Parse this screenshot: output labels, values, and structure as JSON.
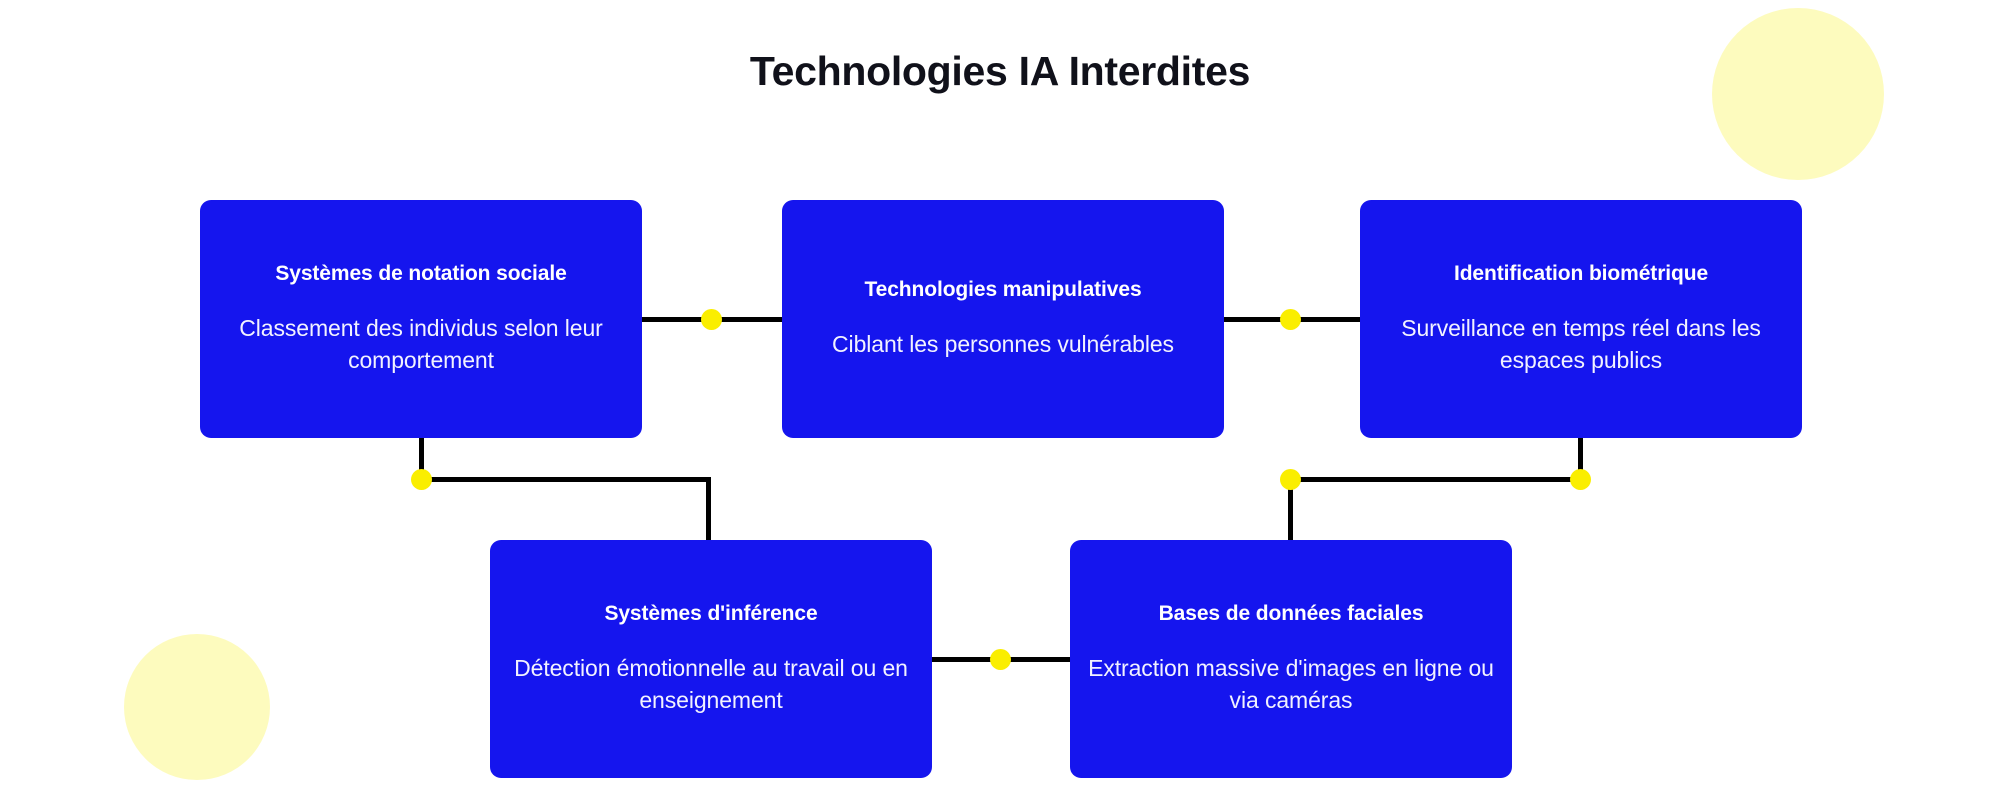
{
  "title": "Technologies IA Interdites",
  "colors": {
    "node_fill": "#1515EE",
    "node_text": "#FFFFFF",
    "connector_line": "#000000",
    "connector_dot": "#FAEE00",
    "decor_circle": "#FDFBBE",
    "background": "#FFFFFF",
    "title_text": "#10111A"
  },
  "nodes": [
    {
      "id": "systemes-de-notation-sociale",
      "title": "Systèmes de notation sociale",
      "description": "Classement des individus selon leur comportement"
    },
    {
      "id": "technologies-manipulatives",
      "title": "Technologies manipulatives",
      "description": "Ciblant les personnes vulnérables"
    },
    {
      "id": "identification-biometrique",
      "title": "Identification biométrique",
      "description": "Surveillance en temps réel dans les espaces publics"
    },
    {
      "id": "systemes-d-inference",
      "title": "Systèmes d'inférence",
      "description": "Détection émotionnelle au travail ou en enseignement"
    },
    {
      "id": "bases-de-donnees-faciales",
      "title": "Bases de données faciales",
      "description": "Extraction massive d'images en ligne ou via caméras"
    }
  ],
  "connections": [
    {
      "from": "systemes-de-notation-sociale",
      "to": "technologies-manipulatives"
    },
    {
      "from": "technologies-manipulatives",
      "to": "identification-biometrique"
    },
    {
      "from": "systemes-de-notation-sociale",
      "to": "systemes-d-inference"
    },
    {
      "from": "identification-biometrique",
      "to": "bases-de-donnees-faciales"
    },
    {
      "from": "systemes-d-inference",
      "to": "bases-de-donnees-faciales"
    }
  ],
  "decorations": [
    {
      "name": "top-right-circle"
    },
    {
      "name": "bottom-left-circle"
    }
  ]
}
